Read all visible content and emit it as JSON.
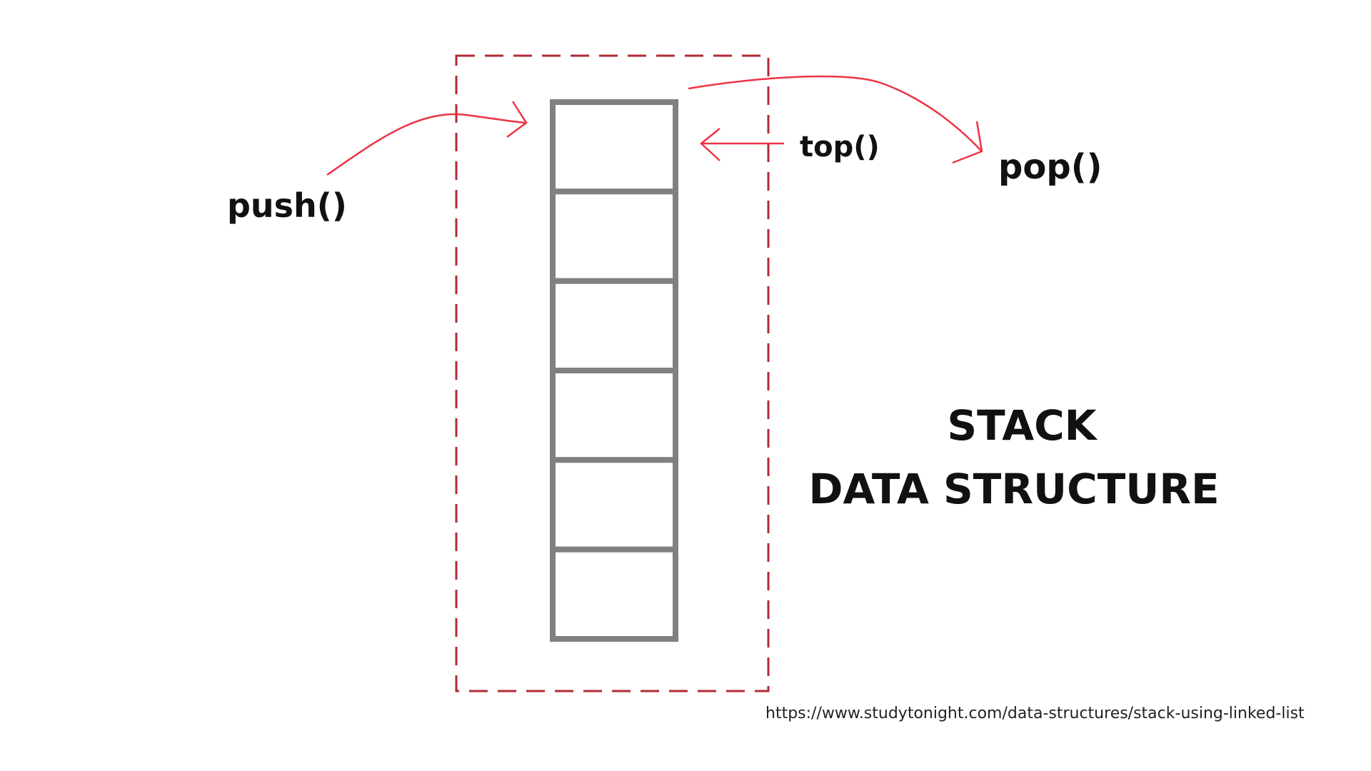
{
  "diagram": {
    "labels": {
      "push": "push()",
      "top": "top()",
      "pop": "pop()"
    },
    "title": {
      "line1": "STACK",
      "line2": "DATA STRUCTURE"
    },
    "source": "https://www.studytonight.com/data-structures/stack-using-linked-list",
    "stack_cell_count": 6,
    "colors": {
      "container_border": "#b22a35",
      "arrow": "#ee3344",
      "stack_cell": "#808080",
      "text": "#111111"
    }
  }
}
